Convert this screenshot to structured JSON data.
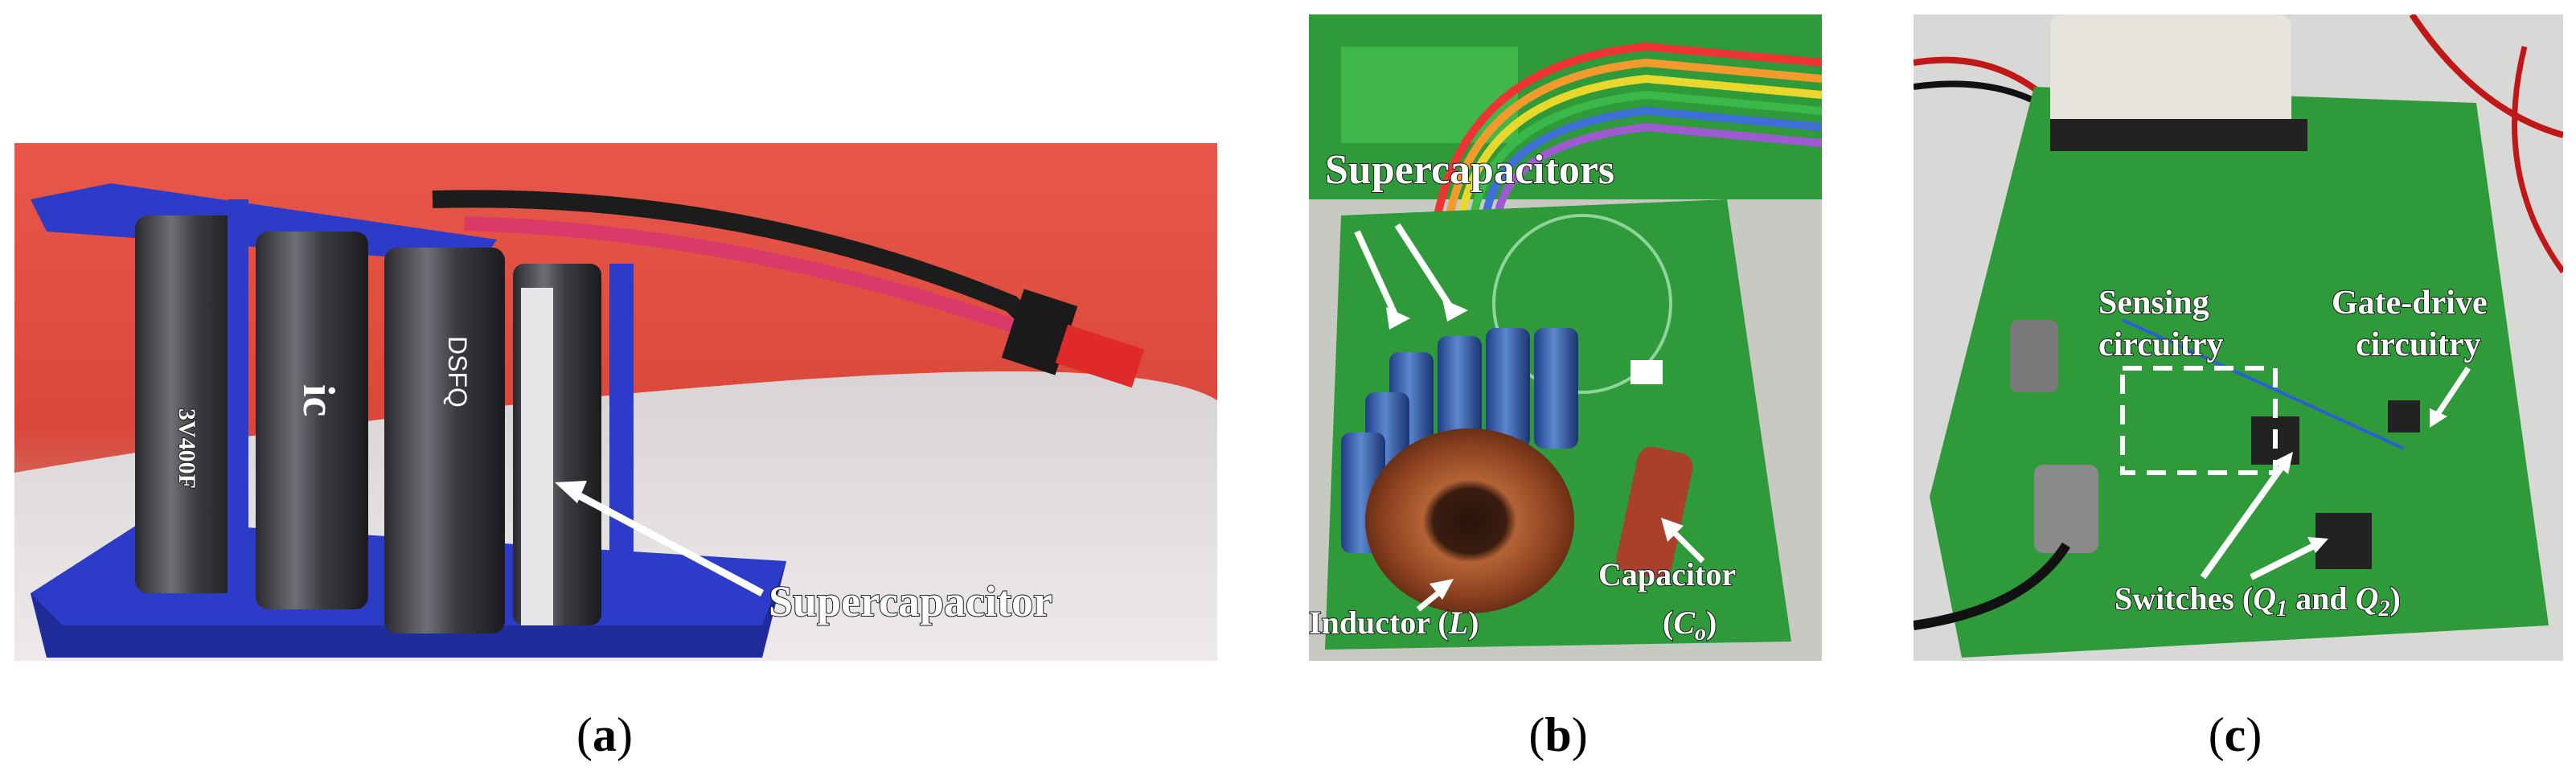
{
  "figure": {
    "panels": [
      {
        "id": "a",
        "caption_letter": "a",
        "description_labels": {
          "supercapacitor": "Supercapacitor"
        },
        "printed_markings": {
          "rating": "3V400F",
          "brand": "ic",
          "series": "DSFQ"
        }
      },
      {
        "id": "b",
        "caption_letter": "b",
        "description_labels": {
          "supercapacitors": "Supercapacitors",
          "inductor": "Inductor (",
          "inductor_symbol": "L",
          "inductor_close": ")",
          "capacitor": "Capacitor",
          "capacitor_symbol_open": "(",
          "capacitor_symbol": "C",
          "capacitor_symbol_sub": "o",
          "capacitor_symbol_close": ")"
        }
      },
      {
        "id": "c",
        "caption_letter": "c",
        "description_labels": {
          "sensing_line1": "Sensing",
          "sensing_line2": "circuitry",
          "gatedrive_line1": "Gate-drive",
          "gatedrive_line2": "circuitry",
          "switches_prefix": "Switches (",
          "q1": "Q",
          "q1_sub": "1",
          "and": " and ",
          "q2": "Q",
          "q2_sub": "2",
          "switches_suffix": ")"
        }
      }
    ]
  },
  "colors": {
    "panel_a_background": "#d9473a",
    "panel_a_base": "#2f3fd6",
    "pcb_green": "#2f9a3a",
    "inductor_copper": "#a4512a",
    "supercap_blue": "#3f6fb8",
    "label_text": "#ffffff"
  }
}
